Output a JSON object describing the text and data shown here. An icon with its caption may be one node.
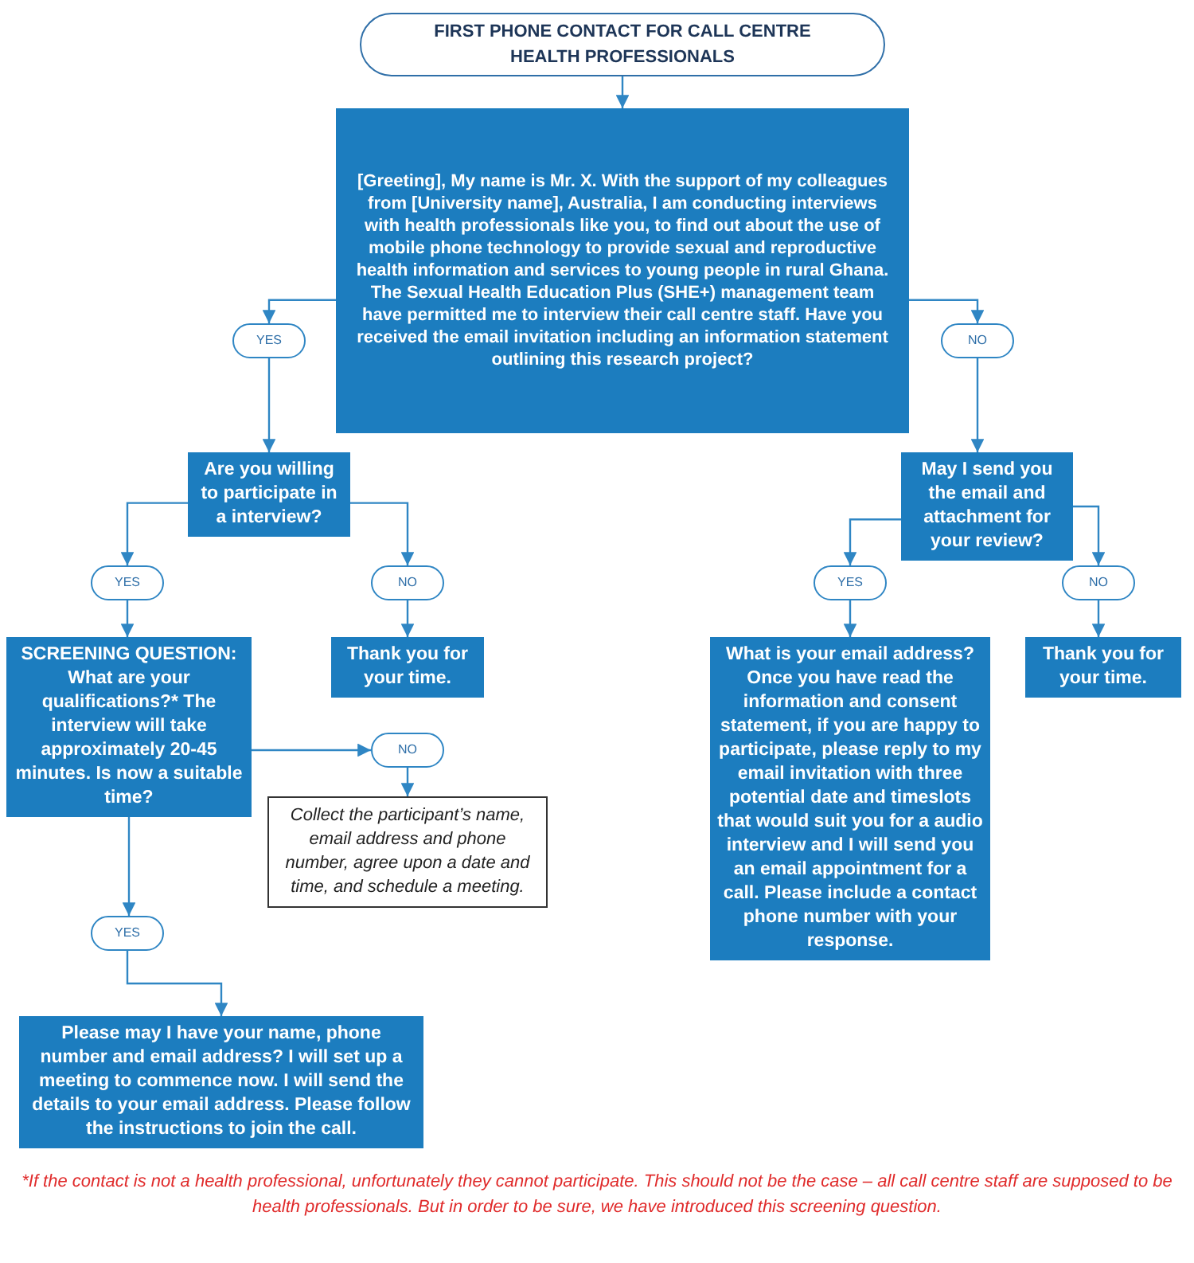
{
  "diagram": {
    "nodes": [
      {
        "text": [
          "FIRST PHONE CONTACT FOR CALL CENTRE HEALTH PROFESSIONALS"
        ]
      },
      {
        "text": [
          "[Greeting], My name is Mr. X. With the support of my colleagues from [University name], Australia, I am conducting interviews with health professionals like you, to find out about the use of mobile phone technology to provide sexual and reproductive health information and services to young people in rural Ghana. The Sexual Health Education Plus (SHE+) management team have permitted me to interview their call centre staff. Have you received the email invitation including an information statement outlining this research project?"
        ]
      },
      {
        "text": [
          "YES"
        ]
      },
      {
        "text": [
          "NO"
        ]
      },
      {
        "text": [
          "Are you willing to participate in a interview?"
        ]
      },
      {
        "text": [
          "May I send you the email and attachment for your review?"
        ]
      },
      {
        "text": [
          "YES"
        ]
      },
      {
        "text": [
          "NO"
        ]
      },
      {
        "text": [
          "YES"
        ]
      },
      {
        "text": [
          "NO"
        ]
      },
      {
        "text": [
          "SCREENING QUESTION: What are your qualifications?* The interview will take approximately 20-45 minutes. Is now a suitable time?"
        ]
      },
      {
        "text": [
          "Thank you for your time."
        ]
      },
      {
        "text": [
          "What is your email address? Once you have read the information and consent statement, if you are happy to participate, please reply to my email invitation with three potential date and timeslots that would suit you for a audio interview and I will send you an email appointment for a call. Please include a contact phone number with your response."
        ]
      },
      {
        "text": [
          "Thank you for your time."
        ]
      },
      {
        "text": [
          "NO"
        ]
      },
      {
        "text": [
          "Collect the participant’s name, email address and phone number, agree upon a date and time, and schedule a meeting."
        ]
      },
      {
        "text": [
          "YES"
        ]
      },
      {
        "text": [
          "Please may I have your name, phone number and email address? I will set up a meeting to commence now. I will send the details to your email address. Please follow the instructions to join the call."
        ]
      }
    ],
    "edges": [
      {
        "from": 0,
        "to": 1,
        "arrow": "to"
      },
      {
        "from": 1,
        "to": 2,
        "arrow": "to"
      },
      {
        "from": 2,
        "to": 4,
        "arrow": "to"
      },
      {
        "from": 1,
        "to": 3,
        "arrow": "to"
      },
      {
        "from": 3,
        "to": 5,
        "arrow": "to"
      },
      {
        "from": 4,
        "to": 6,
        "arrow": "to"
      },
      {
        "from": 4,
        "to": 7,
        "arrow": "to"
      },
      {
        "from": 6,
        "to": 10,
        "arrow": "to"
      },
      {
        "from": 7,
        "to": 11,
        "arrow": "to"
      },
      {
        "from": 5,
        "to": 8,
        "arrow": "to"
      },
      {
        "from": 5,
        "to": 9,
        "arrow": "to"
      },
      {
        "from": 8,
        "to": 12,
        "arrow": "to"
      },
      {
        "from": 9,
        "to": 13,
        "arrow": "to"
      },
      {
        "from": 10,
        "to": 14,
        "arrow": "to"
      },
      {
        "from": 14,
        "to": 15,
        "arrow": "to"
      },
      {
        "from": 10,
        "to": 16,
        "arrow": "to"
      },
      {
        "from": 16,
        "to": 17,
        "arrow": "to"
      }
    ],
    "labels": [
      "*If the contact is not a health professional, unfortunately they cannot participate. This should not be the case – all call centre staff are supposed to be health professionals. But in order to be sure, we have introduced this screening question."
    ]
  }
}
